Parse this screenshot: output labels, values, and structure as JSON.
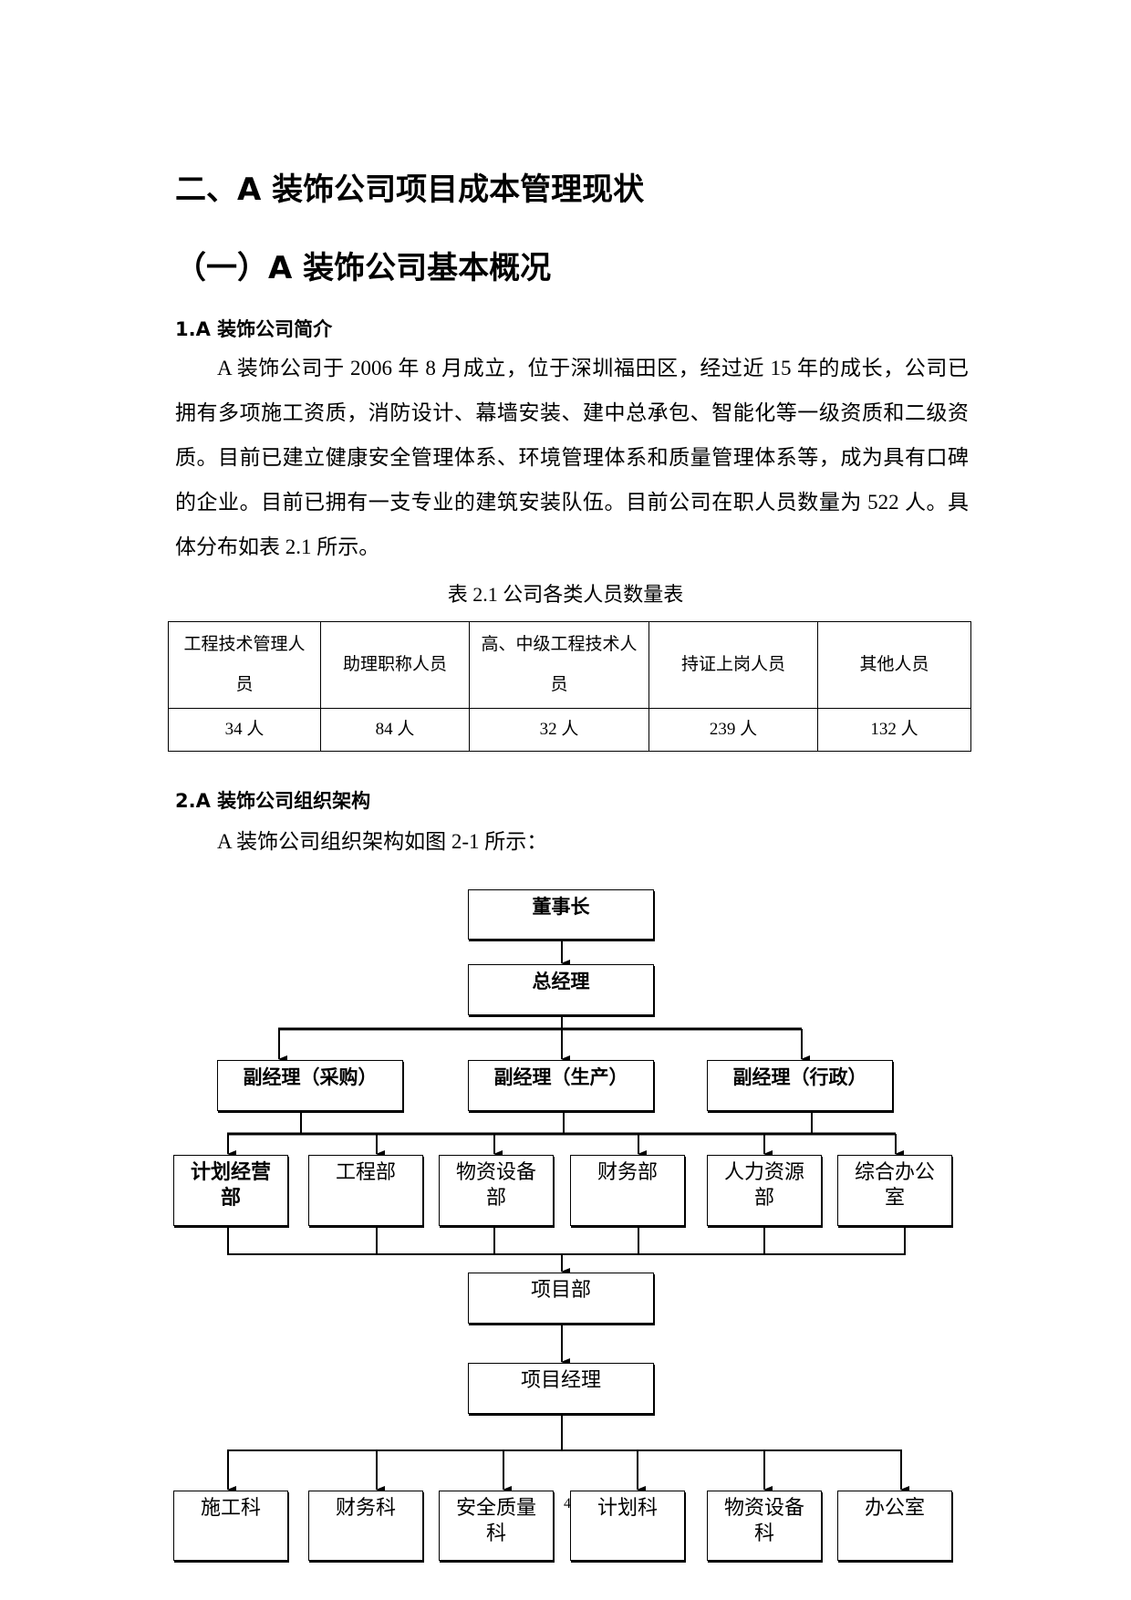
{
  "headings": {
    "chapter": "二、A 装饰公司项目成本管理现状",
    "section": "（一）A 装饰公司基本概况",
    "sub1": "1.A 装饰公司简介",
    "sub2": "2.A 装饰公司组织架构"
  },
  "intro_paragraph": "A 装饰公司于 2006 年 8 月成立，位于深圳福田区，经过近 15 年的成长，公司已拥有多项施工资质，消防设计、幕墙安装、建中总承包、智能化等一级资质和二级资质。目前已建立健康安全管理体系、环境管理体系和质量管理体系等，成为具有口碑的企业。目前已拥有一支专业的建筑安装队伍。目前公司在职人员数量为 522 人。具体分布如表 2.1 所示。",
  "table": {
    "caption": "表 2.1 公司各类人员数量表",
    "headers": [
      "工程技术管理人员",
      "助理职称人员",
      "高、中级工程技术人员",
      "持证上岗人员",
      "其他人员"
    ],
    "values": [
      "34 人",
      "84 人",
      "32 人",
      "239 人",
      "132 人"
    ]
  },
  "org_paragraph": "A 装饰公司组织架构如图 2-1 所示：",
  "org_chart": {
    "chairman": "董事长",
    "general_manager": "总经理",
    "deputies": [
      "副经理（采购）",
      "副经理（生产）",
      "副经理（行政）"
    ],
    "departments": [
      "计划经营部",
      "工程部",
      "物资设备部",
      "财务部",
      "人力资源部",
      "综合办公室"
    ],
    "project_dept": "项目部",
    "project_manager": "项目经理",
    "sections": [
      "施工科",
      "财务科",
      "安全质量科",
      "计划科",
      "物资设备科",
      "办公室"
    ]
  },
  "page_number": "4"
}
